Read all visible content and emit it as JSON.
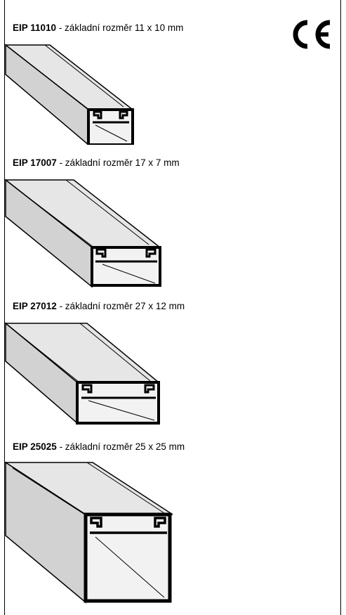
{
  "products": [
    {
      "code": "EIP 11010",
      "desc": " - základní rozměr 11 x 10 mm"
    },
    {
      "code": "EIP 17007",
      "desc": " - základní rozměr 17 x 7 mm"
    },
    {
      "code": "EIP 27012",
      "desc": " - základní rozměr 27 x 12 mm"
    },
    {
      "code": "EIP 25025",
      "desc": " - základní rozměr 25 x 25 mm"
    }
  ],
  "mark": {
    "name": "ce-mark-icon",
    "label": "CE"
  },
  "colors": {
    "ink": "#000000",
    "face_top": "#e6e6e6",
    "face_side": "#d2d2d2",
    "interior": "#f2f2f2"
  }
}
